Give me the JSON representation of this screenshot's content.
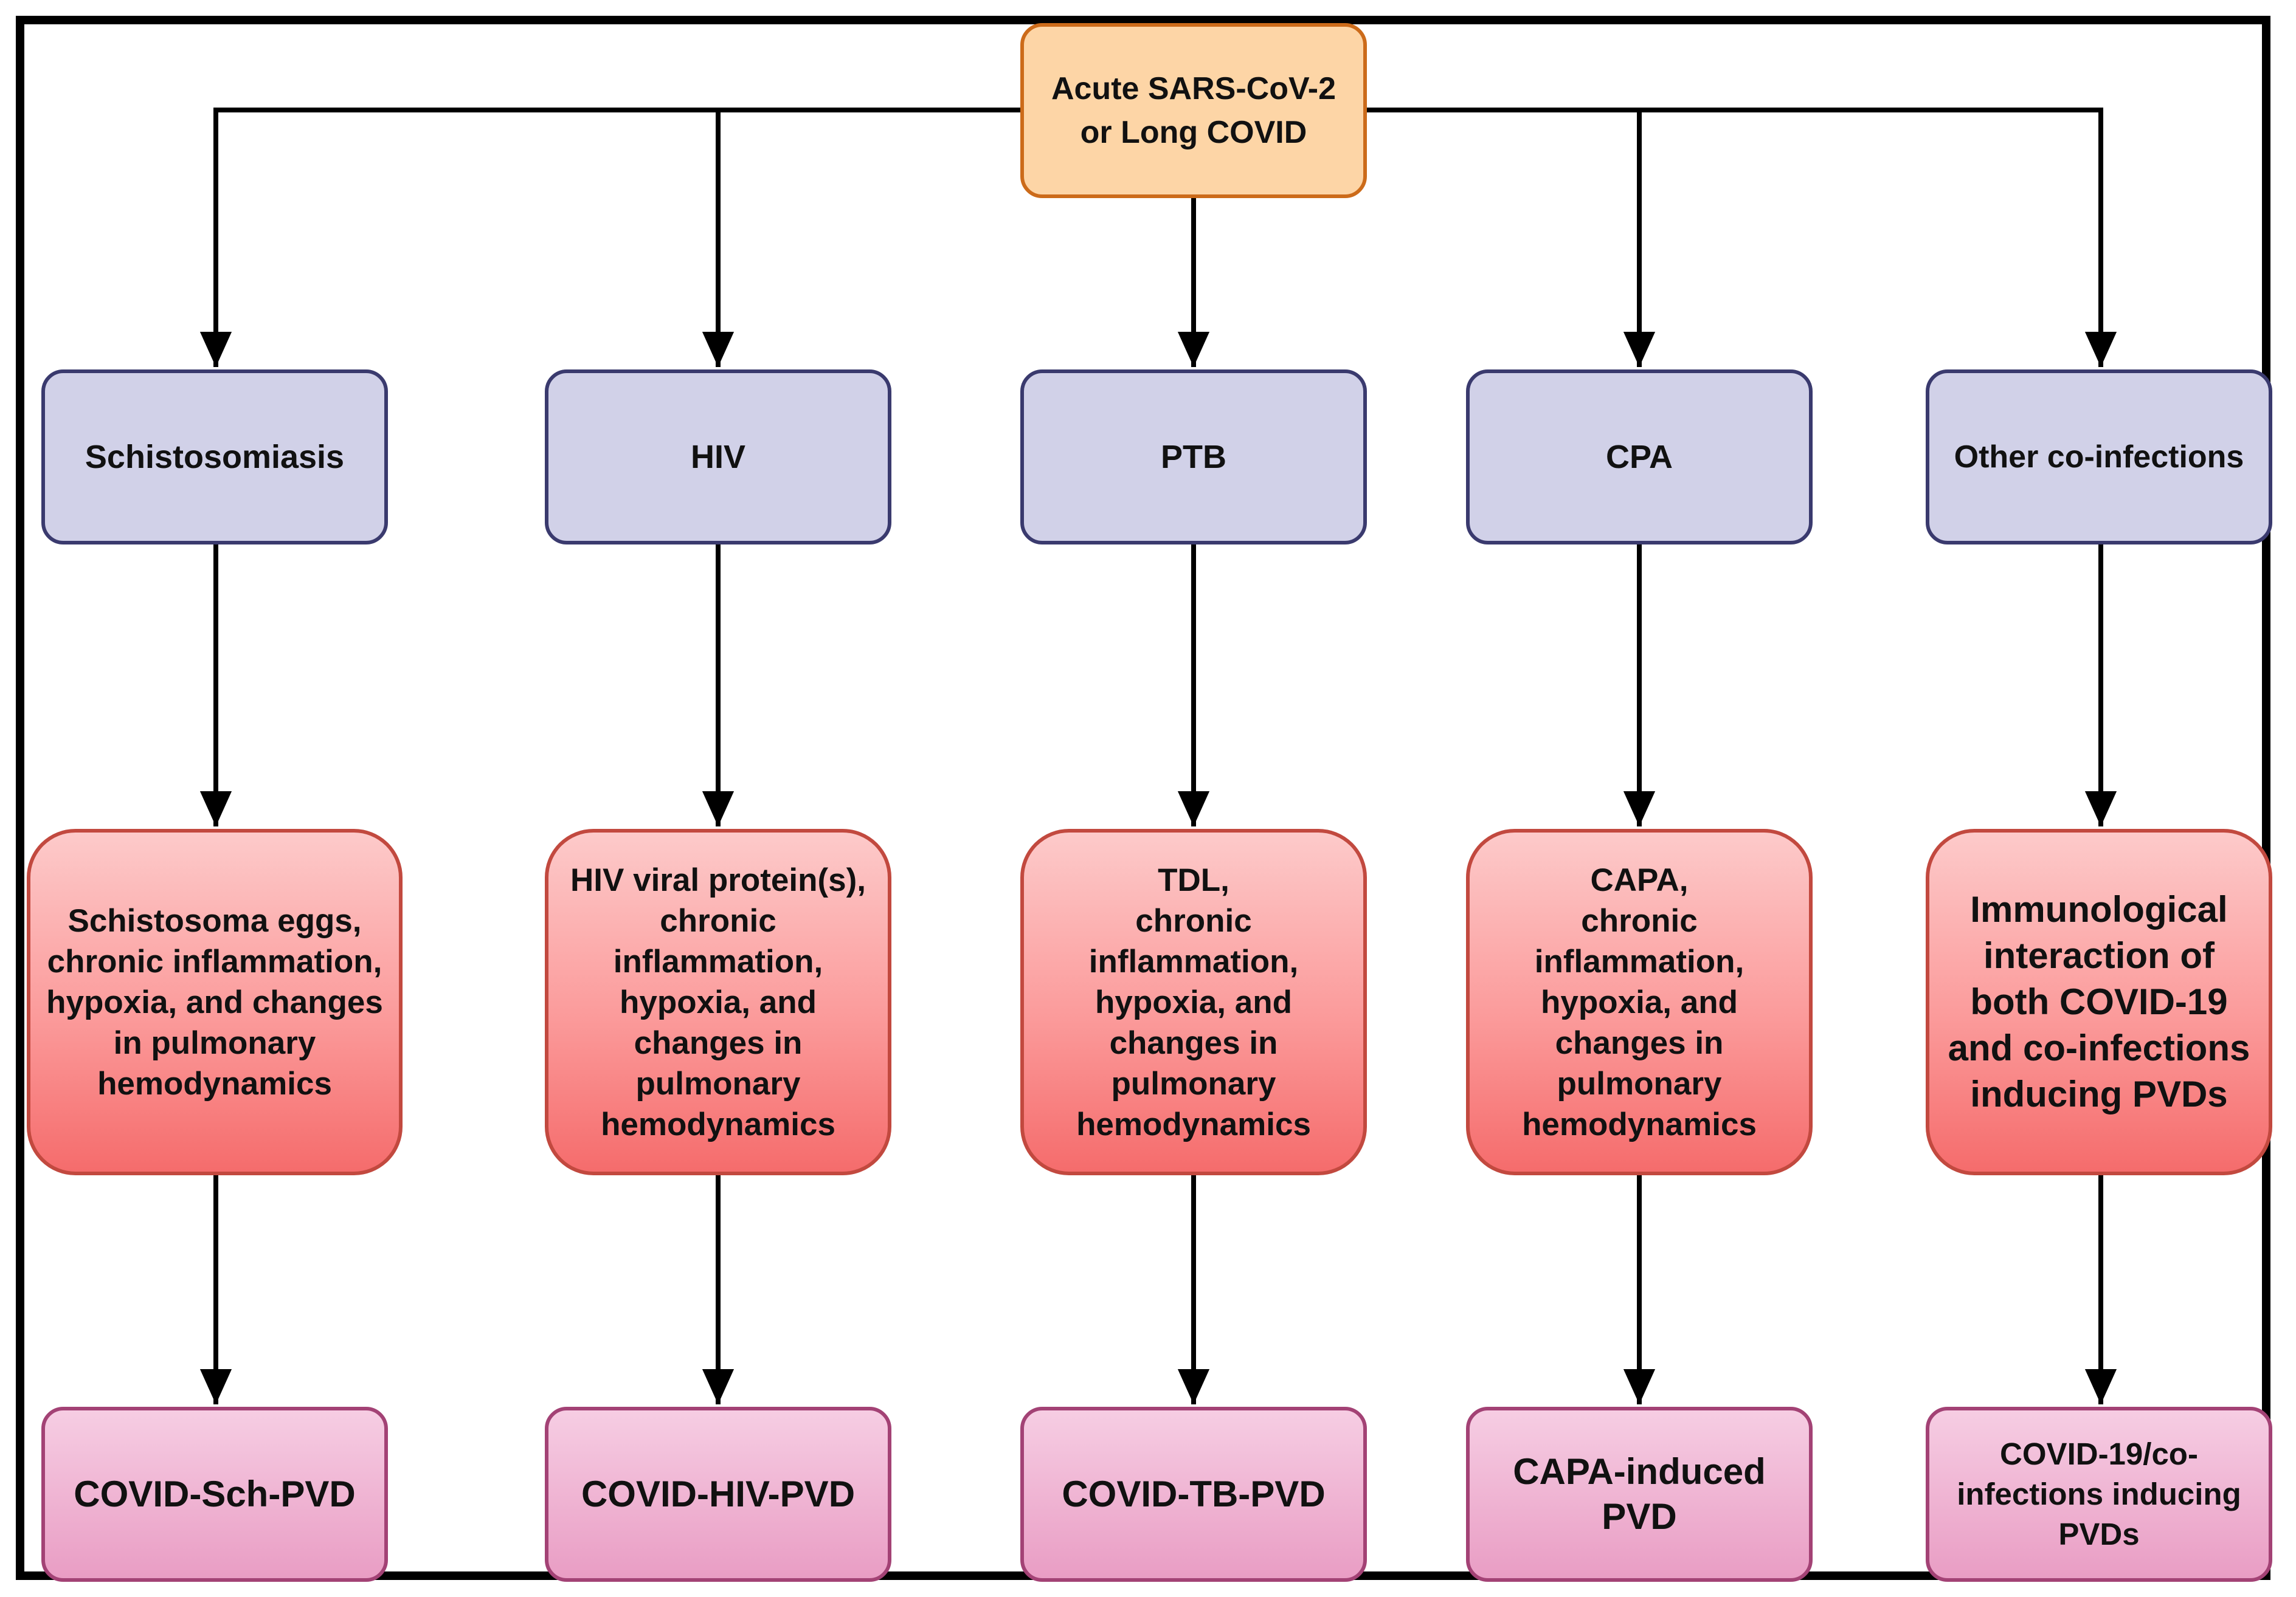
{
  "root": {
    "label": "Acute SARS-CoV-2\nor Long COVID"
  },
  "branches": [
    {
      "agent": "Schistosomiasis",
      "mechanism": "Schistosoma eggs,\nchronic inflammation,\nhypoxia, and changes\nin pulmonary\nhemodynamics",
      "outcome": "COVID-Sch-PVD"
    },
    {
      "agent": "HIV",
      "mechanism": "HIV viral protein(s),\nchronic\ninflammation,\nhypoxia, and\nchanges in\npulmonary\nhemodynamics",
      "outcome": "COVID-HIV-PVD"
    },
    {
      "agent": "PTB",
      "mechanism": "TDL,\nchronic\ninflammation,\nhypoxia, and\nchanges in\npulmonary\nhemodynamics",
      "outcome": "COVID-TB-PVD"
    },
    {
      "agent": "CPA",
      "mechanism": "CAPA,\nchronic\ninflammation,\nhypoxia, and\nchanges in\npulmonary\nhemodynamics",
      "outcome": "CAPA-induced\nPVD"
    },
    {
      "agent": "Other co-infections",
      "mechanism": "Immunological\ninteraction of\nboth COVID-19\nand co-infections\ninducing PVDs",
      "outcome": "COVID-19/co-\ninfections inducing\nPVDs"
    }
  ],
  "colors": {
    "root_fill": "#fdd5a6",
    "root_border": "#cc6b1a",
    "agent_fill": "#d1d1e8",
    "agent_border": "#3a3a6e",
    "mechanism_fill": "#fb9a9a",
    "mechanism_border": "#c2493f",
    "outcome_fill": "#f0b6d4",
    "outcome_border": "#a34275",
    "edge": "#000000"
  }
}
